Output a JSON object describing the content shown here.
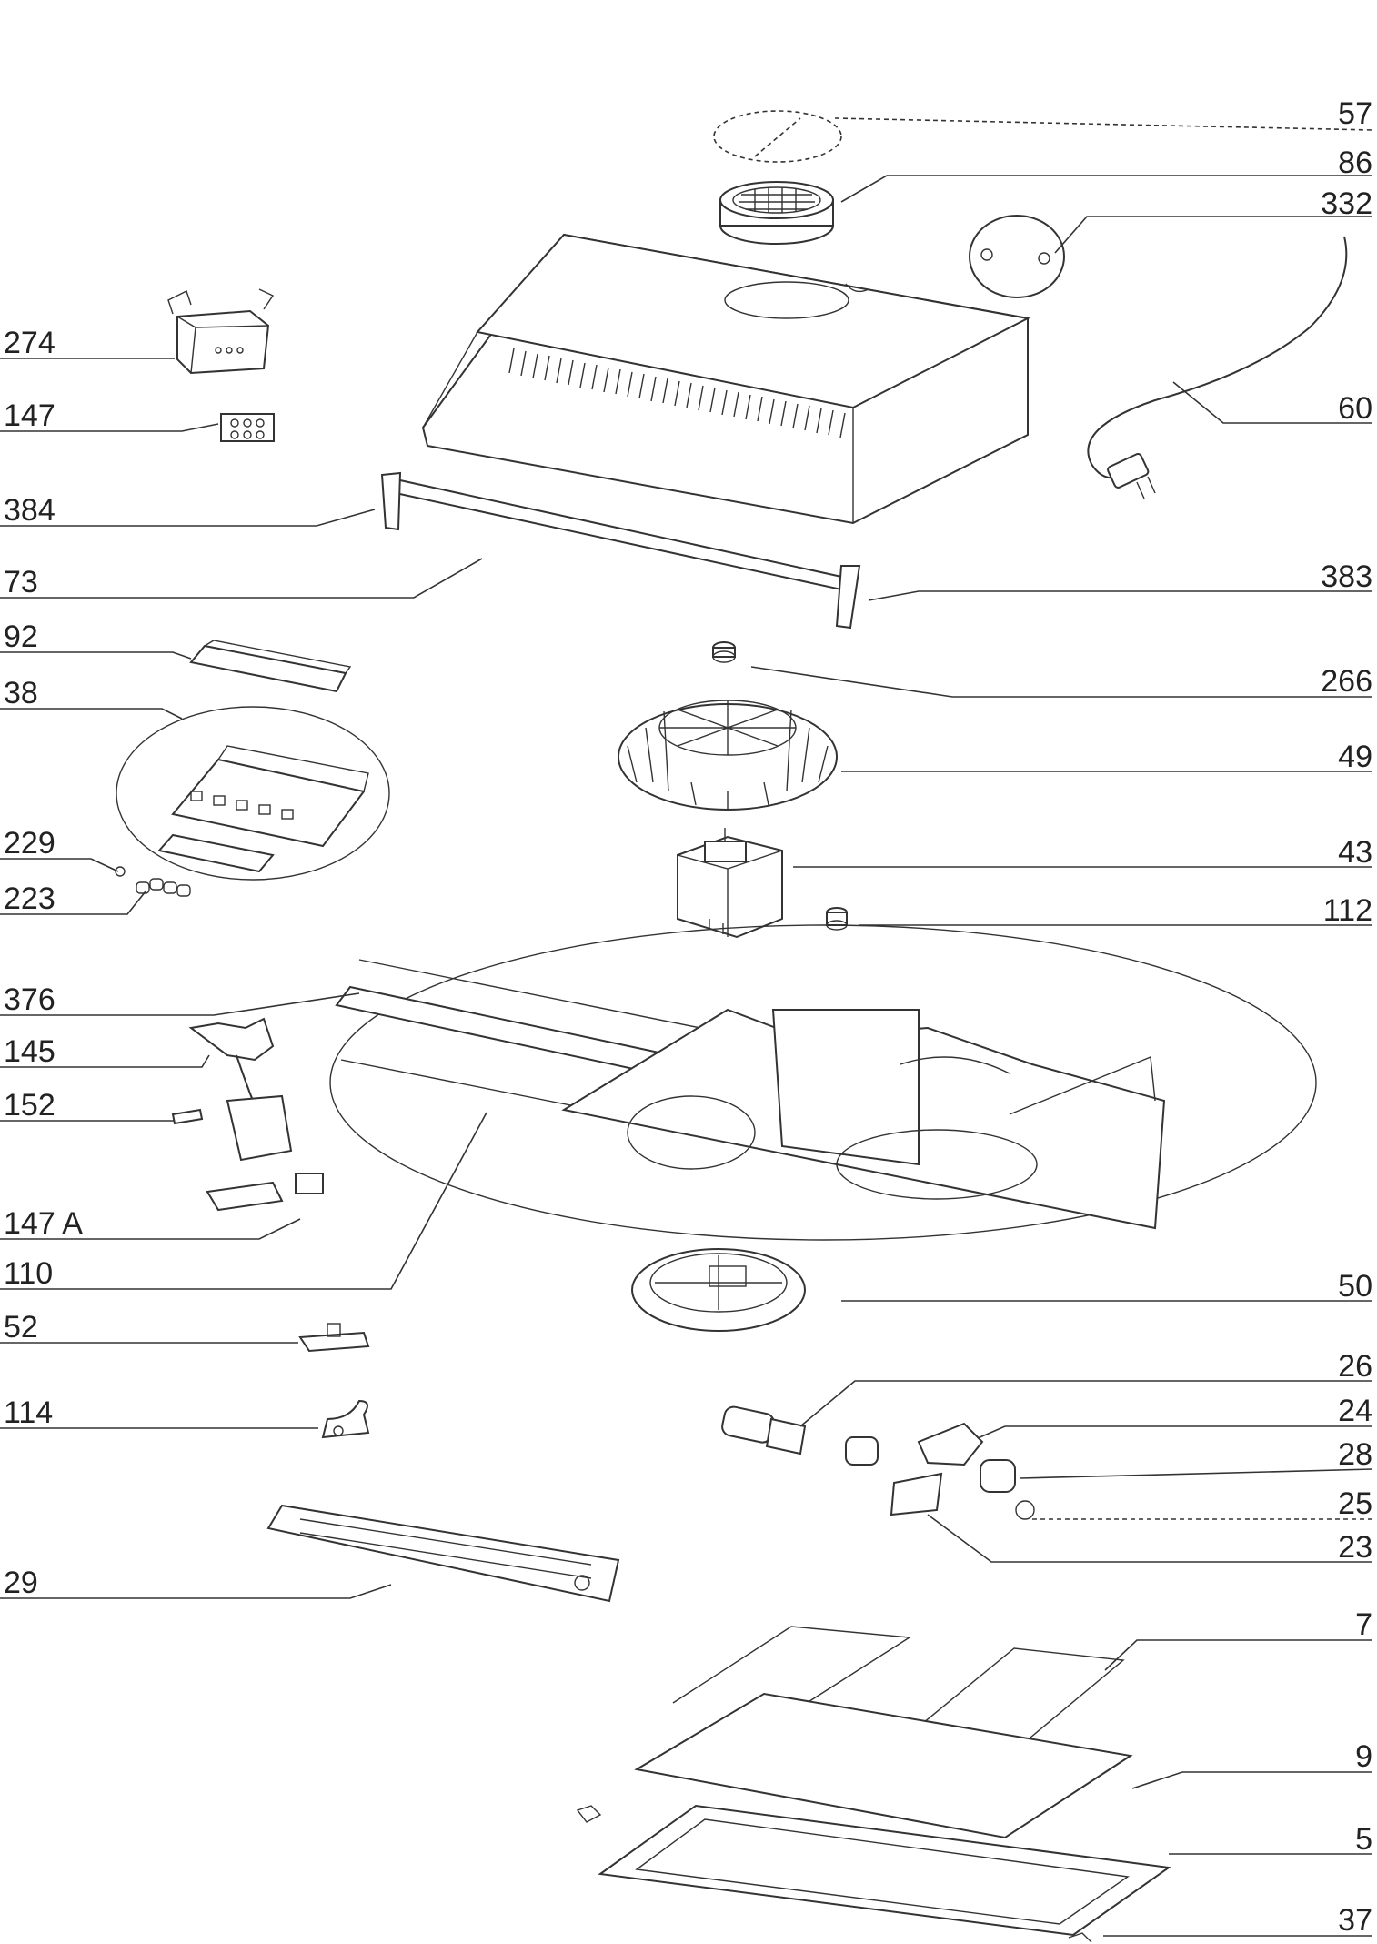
{
  "parts": {
    "p57": "57",
    "p86": "86",
    "p332": "332",
    "p60": "60",
    "p383": "383",
    "p266": "266",
    "p49": "49",
    "p43": "43",
    "p112": "112",
    "p50": "50",
    "p26": "26",
    "p24": "24",
    "p28": "28",
    "p25": "25",
    "p23": "23",
    "p7": "7",
    "p9": "9",
    "p5": "5",
    "p37": "37",
    "p274": "274",
    "p147": "147",
    "p384": "384",
    "p73": "73",
    "p92": "92",
    "p38": "38",
    "p229": "229",
    "p223": "223",
    "p376": "376",
    "p145": "145",
    "p152": "152",
    "p147a": "147 A",
    "p110": "110",
    "p52": "52",
    "p114": "114",
    "p29": "29"
  }
}
